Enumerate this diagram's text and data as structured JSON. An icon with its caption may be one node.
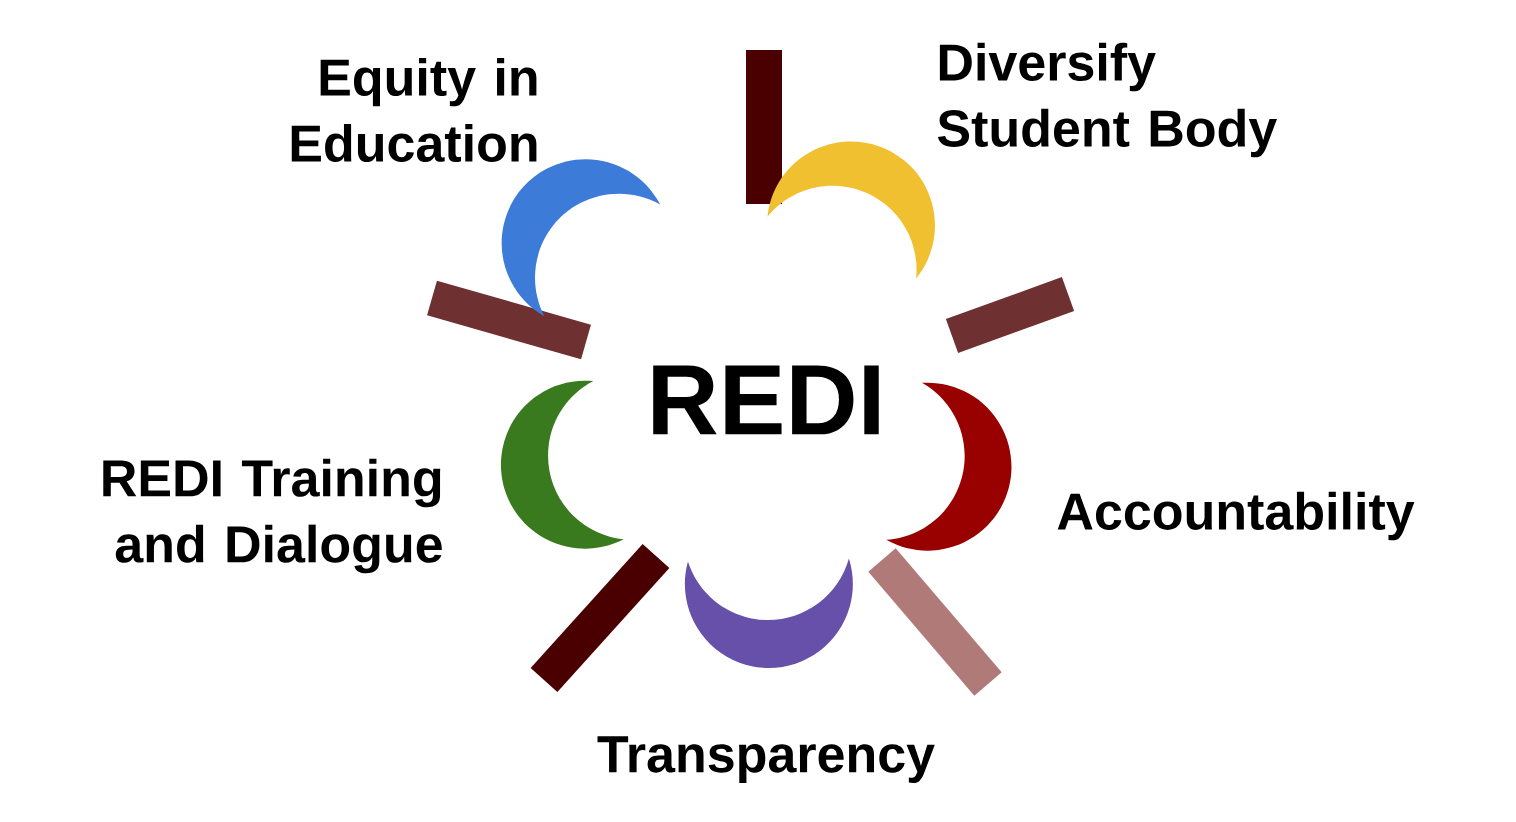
{
  "diagram": {
    "nodes": [
      {
        "text": [
          "REDI"
        ]
      },
      {
        "text": [],
        "shape": "crescent",
        "beside": [
          "Equity in Education"
        ]
      },
      {
        "text": [],
        "shape": "crescent",
        "beside": [
          "Diversify Student Body"
        ]
      },
      {
        "text": [],
        "shape": "crescent",
        "beside": [
          "Accountability"
        ]
      },
      {
        "text": [],
        "shape": "crescent",
        "beside": [
          "Transparency"
        ]
      },
      {
        "text": [],
        "shape": "crescent",
        "beside": [
          "REDI Training and Dialogue"
        ]
      }
    ]
  }
}
